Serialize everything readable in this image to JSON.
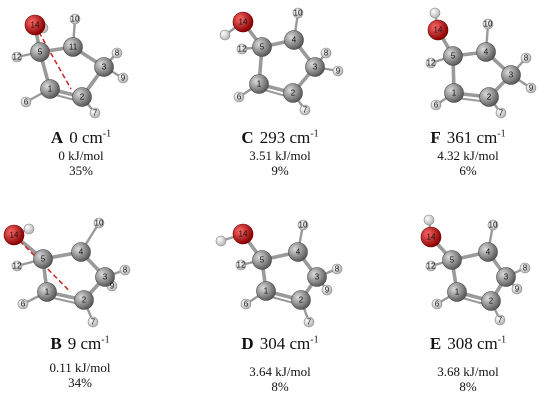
{
  "colors": {
    "carbon": "#8a8a8a",
    "oxygen": "#c8141e",
    "hydrogen": "#f2f2f2",
    "bond": "#9a9a9a",
    "dashed": "#cc2222"
  },
  "conformers": [
    {
      "id": "A",
      "letter": "A",
      "freq": "0 cm",
      "unit_sup": "-1",
      "energy": "0 kJ/mol",
      "population": "35%",
      "labels": {
        "O": "14",
        "C5": "5",
        "C1": "1",
        "C2": "2",
        "C3": "3",
        "C4": "11",
        "H12": "12",
        "H10": "10",
        "H8": "8",
        "H9": "9",
        "H6": "6",
        "H7": "7"
      },
      "interaction": true
    },
    {
      "id": "C",
      "letter": "C",
      "freq": "293 cm",
      "unit_sup": "-1",
      "energy": "3.51 kJ/mol",
      "population": "9%",
      "labels": {
        "O": "14",
        "C5": "5",
        "C1": "1",
        "C2": "2",
        "C3": "3",
        "C4": "4",
        "H12": "12",
        "H10": "10",
        "H8": "8",
        "H9": "9",
        "H6": "6",
        "H7": "7"
      },
      "interaction": false
    },
    {
      "id": "F",
      "letter": "F",
      "freq": "361 cm",
      "unit_sup": "-1",
      "energy": "4.32 kJ/mol",
      "population": "6%",
      "labels": {
        "O": "14",
        "C5": "5",
        "C1": "1",
        "C2": "2",
        "C3": "3",
        "C4": "4",
        "H12": "12",
        "H10": "10",
        "H8": "8",
        "H9": "9",
        "H6": "6",
        "H7": "7"
      },
      "interaction": false
    },
    {
      "id": "B",
      "letter": "B",
      "freq": "9 cm",
      "unit_sup": "-1",
      "energy": "0.11 kJ/mol",
      "population": "34%",
      "labels": {
        "O": "14",
        "C5": "5",
        "C1": "1",
        "C2": "2",
        "C3": "3",
        "C4": "4",
        "H12": "12",
        "H10": "10",
        "H8": "8",
        "H9": "9",
        "H6": "6",
        "H7": "7"
      },
      "interaction": true
    },
    {
      "id": "D",
      "letter": "D",
      "freq": "304 cm",
      "unit_sup": "-1",
      "energy": "3.64 kJ/mol",
      "population": "8%",
      "labels": {
        "O": "14",
        "C5": "5",
        "C1": "1",
        "C2": "2",
        "C3": "3",
        "C4": "4",
        "H12": "12",
        "H10": "10",
        "H8": "8",
        "H9": "9",
        "H6": "6",
        "H7": "7"
      },
      "interaction": false
    },
    {
      "id": "E",
      "letter": "E",
      "freq": "308 cm",
      "unit_sup": "-1",
      "energy": "3.68 kJ/mol",
      "population": "8%",
      "labels": {
        "O": "14",
        "C5": "5",
        "C1": "1",
        "C2": "2",
        "C3": "3",
        "C4": "4",
        "H12": "12",
        "H10": "10",
        "H8": "8",
        "H9": "9",
        "H6": "6",
        "H7": "7"
      },
      "interaction": false
    }
  ]
}
